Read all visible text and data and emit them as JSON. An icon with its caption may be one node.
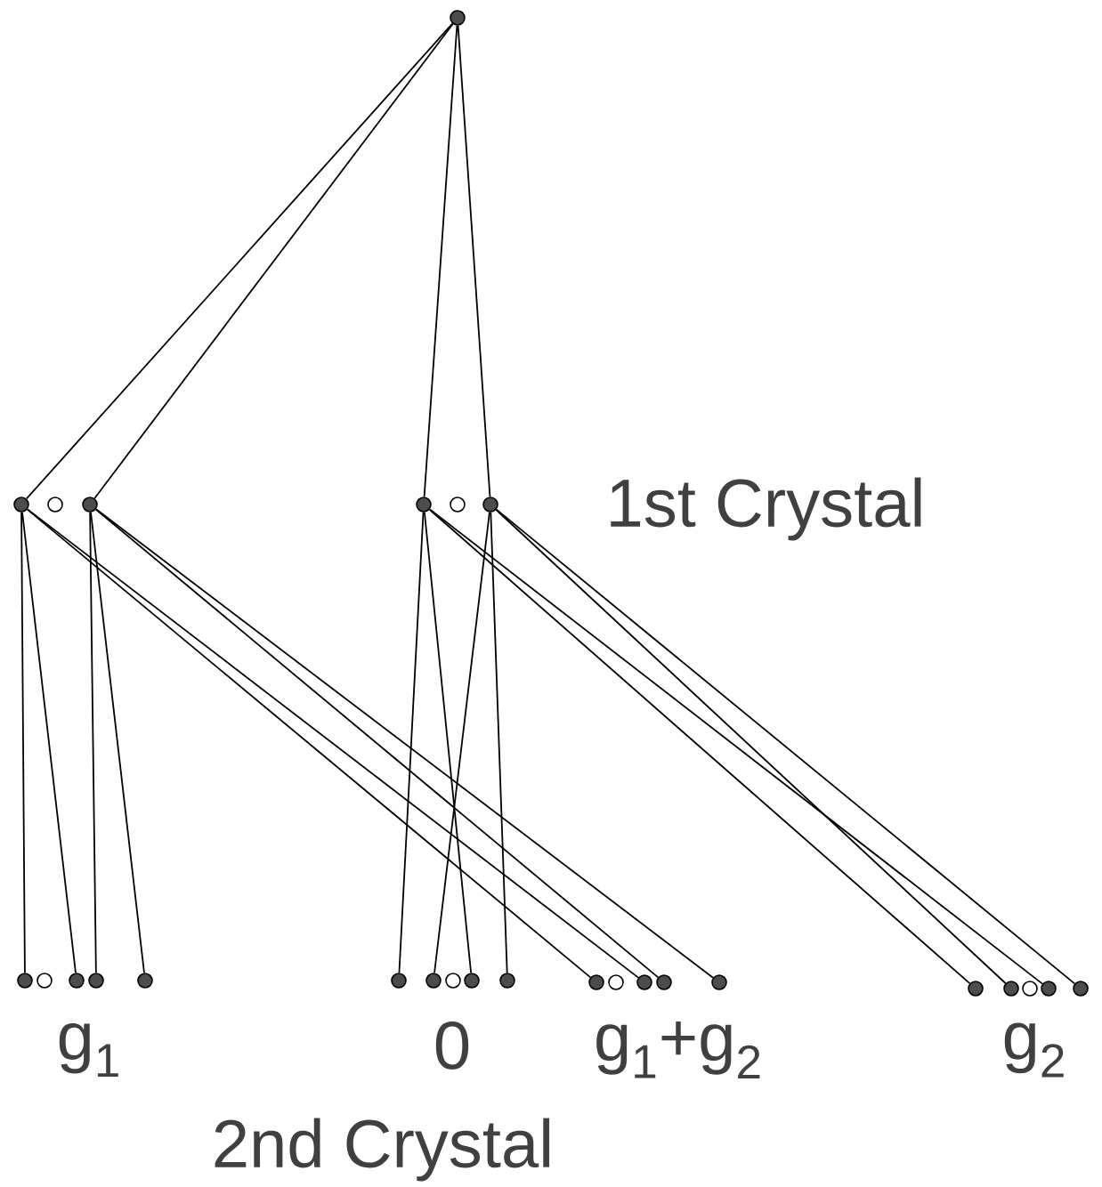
{
  "diagram": {
    "nodes": [
      {
        "text": [],
        "shape": "dot"
      },
      {
        "text": [],
        "shape": "dot"
      },
      {
        "text": [],
        "shape": "circle"
      },
      {
        "text": [],
        "shape": "dot"
      },
      {
        "text": [],
        "shape": "dot"
      },
      {
        "text": [],
        "shape": "circle"
      },
      {
        "text": [],
        "shape": "dot"
      },
      {
        "text": [],
        "shape": "dot"
      },
      {
        "text": [],
        "shape": "circle"
      },
      {
        "text": [],
        "shape": "dot"
      },
      {
        "text": [],
        "shape": "dot"
      },
      {
        "text": [],
        "shape": "dot"
      },
      {
        "text": [],
        "shape": "dot"
      },
      {
        "text": [],
        "shape": "dot"
      },
      {
        "text": [],
        "shape": "circle"
      },
      {
        "text": [],
        "shape": "dot"
      },
      {
        "text": [],
        "shape": "dot"
      },
      {
        "text": [],
        "shape": "dot"
      },
      {
        "text": [],
        "shape": "circle"
      },
      {
        "text": [],
        "shape": "dot"
      },
      {
        "text": [],
        "shape": "dot"
      },
      {
        "text": [],
        "shape": "dot"
      },
      {
        "text": [],
        "shape": "dot"
      },
      {
        "text": [],
        "shape": "dot"
      },
      {
        "text": [],
        "shape": "circle"
      },
      {
        "text": [],
        "shape": "dot"
      },
      {
        "text": [],
        "shape": "dot"
      }
    ],
    "edges": [
      {
        "from": 0,
        "to": 1,
        "arrow": "none"
      },
      {
        "from": 0,
        "to": 3,
        "arrow": "none"
      },
      {
        "from": 0,
        "to": 4,
        "arrow": "none"
      },
      {
        "from": 0,
        "to": 6,
        "arrow": "none"
      },
      {
        "from": 1,
        "to": 7,
        "arrow": "none"
      },
      {
        "from": 1,
        "to": 9,
        "arrow": "none"
      },
      {
        "from": 1,
        "to": 17,
        "arrow": "none"
      },
      {
        "from": 1,
        "to": 19,
        "arrow": "none"
      },
      {
        "from": 3,
        "to": 10,
        "arrow": "none"
      },
      {
        "from": 3,
        "to": 11,
        "arrow": "none"
      },
      {
        "from": 3,
        "to": 20,
        "arrow": "none"
      },
      {
        "from": 3,
        "to": 21,
        "arrow": "none"
      },
      {
        "from": 4,
        "to": 12,
        "arrow": "none"
      },
      {
        "from": 4,
        "to": 15,
        "arrow": "none"
      },
      {
        "from": 4,
        "to": 22,
        "arrow": "none"
      },
      {
        "from": 4,
        "to": 25,
        "arrow": "none"
      },
      {
        "from": 6,
        "to": 13,
        "arrow": "none"
      },
      {
        "from": 6,
        "to": 16,
        "arrow": "none"
      },
      {
        "from": 6,
        "to": 23,
        "arrow": "none"
      },
      {
        "from": 6,
        "to": 26,
        "arrow": "none"
      }
    ],
    "labels": [
      "1st Crystal",
      "g$_{1}$",
      "0",
      "g$_{1}$+g$_{2}$",
      "g$_{2}$",
      "2nd Crystal"
    ]
  }
}
